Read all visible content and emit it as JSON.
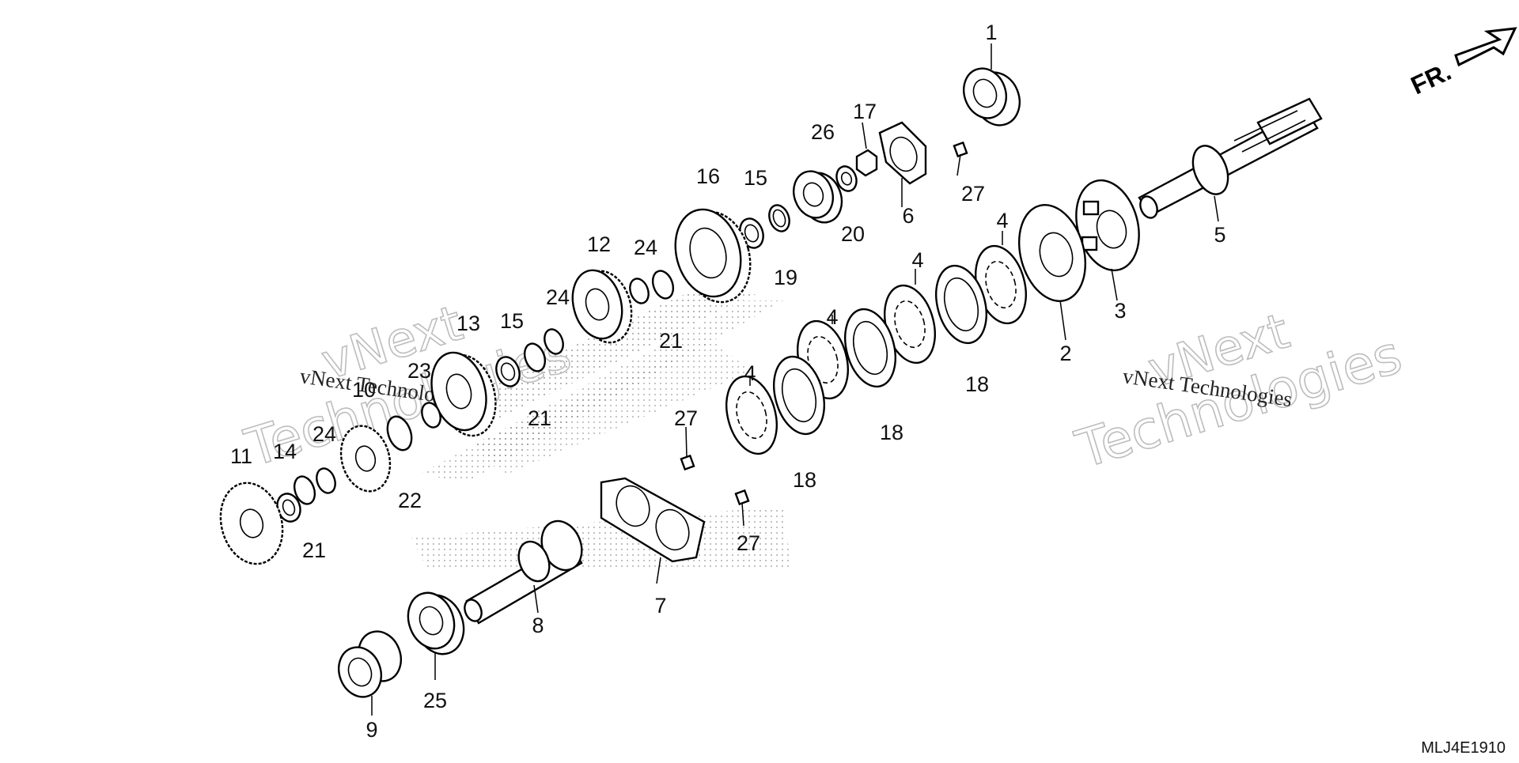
{
  "diagram": {
    "code": "MLJ4E1910",
    "direction_label": "FR.",
    "watermarks": {
      "logo_line1": "vNext",
      "logo_line2": "Technologies",
      "caption": "vNext Technologies"
    },
    "callouts": [
      "1",
      "2",
      "3",
      "4",
      "5",
      "6",
      "7",
      "8",
      "9",
      "10",
      "11",
      "12",
      "13",
      "14",
      "15",
      "16",
      "17",
      "18",
      "19",
      "20",
      "21",
      "22",
      "23",
      "24",
      "25",
      "26",
      "27"
    ]
  }
}
